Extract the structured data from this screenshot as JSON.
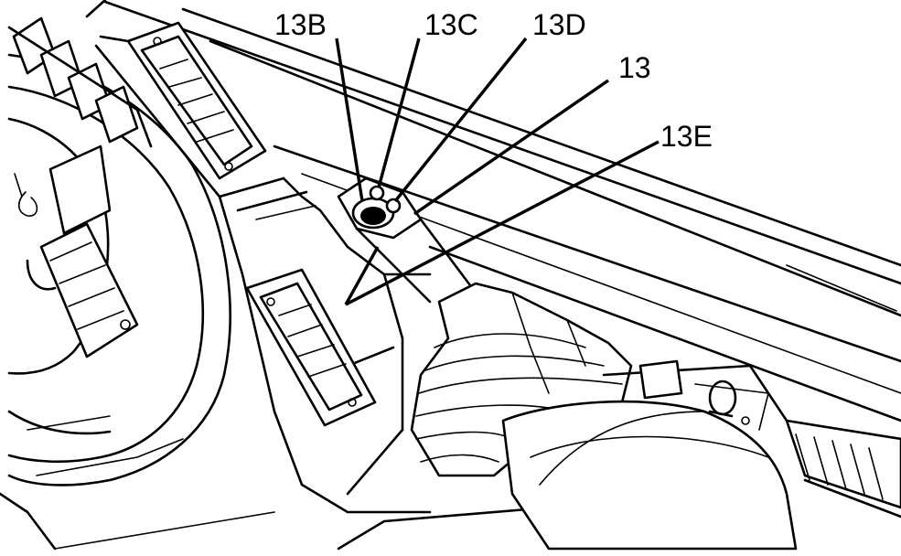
{
  "figure": {
    "callouts": [
      {
        "id": "13B",
        "label": "13B"
      },
      {
        "id": "13C",
        "label": "13C"
      },
      {
        "id": "13D",
        "label": "13D"
      },
      {
        "id": "13",
        "label": "13"
      },
      {
        "id": "13E",
        "label": "13E"
      }
    ],
    "line_color": "#000000",
    "background_color": "#ffffff"
  }
}
